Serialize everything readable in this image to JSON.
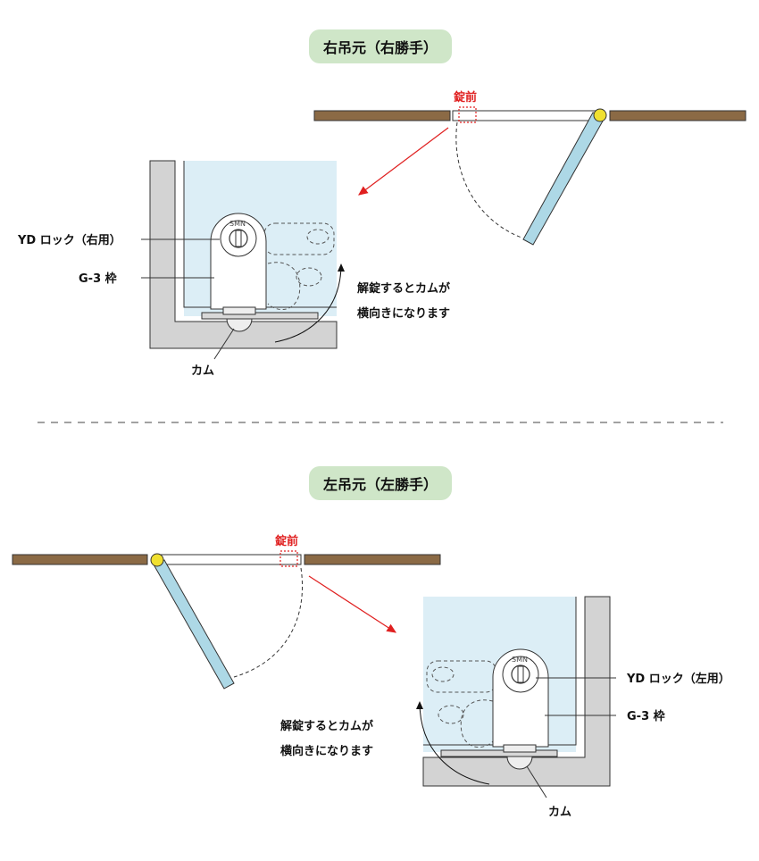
{
  "right": {
    "title": "右吊元（右勝手）",
    "lock_position": "錠前",
    "lock_label": "YD ロック（右用）",
    "frame_label": "G-3 枠",
    "cam_label": "カム",
    "note_line1": "解錠するとカムが",
    "note_line2": "横向きになります",
    "cylinder_mark": "SMN"
  },
  "left": {
    "title": "左吊元（左勝手）",
    "lock_position": "錠前",
    "lock_label": "YD ロック（左用）",
    "frame_label": "G-3 枠",
    "cam_label": "カム",
    "note_line1": "解錠するとカムが",
    "note_line2": "横向きになります",
    "cylinder_mark": "SMN"
  },
  "colors": {
    "wall": "#8b6a45",
    "door_panel": "#add8e6",
    "hinge": "#f0e030",
    "accent_red": "#e02020",
    "badge_bg": "#cfe6c8",
    "frame_gray": "#d3d3d3",
    "glass": "#dceef6"
  }
}
